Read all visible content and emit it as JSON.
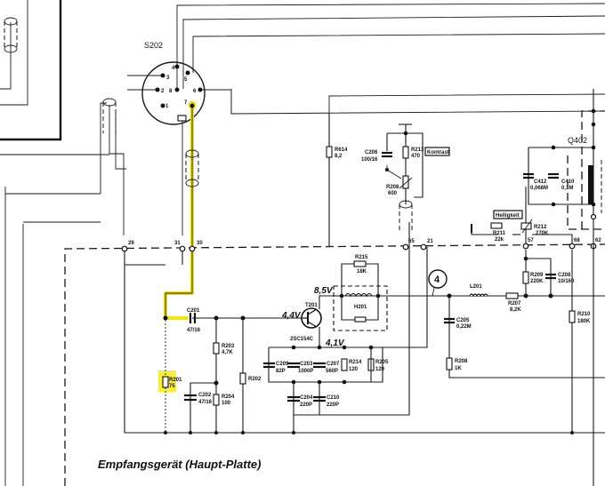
{
  "title": "Empfangsgerät (Haupt-Platte)",
  "connector": {
    "name": "S202",
    "pins": [
      "1",
      "2",
      "3",
      "4",
      "5",
      "6",
      "7",
      "8"
    ]
  },
  "terminals": [
    "29",
    "31",
    "30",
    "65",
    "21",
    "57",
    "68",
    "62"
  ],
  "voltages": {
    "base": "4,4V",
    "collector": "8,5V",
    "emitter": "4,1V"
  },
  "transistor": {
    "ref": "T201",
    "type": "2SC154C"
  },
  "test_point": "4",
  "labels": {
    "kontrast": "Kontrast",
    "helligkeit": "Helligkeit"
  },
  "components": {
    "R614": {
      "ref": "R614",
      "value": "8,2"
    },
    "C206": {
      "ref": "C206",
      "value": "100/16"
    },
    "R213": {
      "ref": "R213",
      "value": "470"
    },
    "R208": {
      "ref": "R208",
      "value": "600"
    },
    "C412": {
      "ref": "C412",
      "value": "0,068M"
    },
    "C410": {
      "ref": "C410",
      "value": "0,1M"
    },
    "Q402": {
      "ref": "Q402"
    },
    "R211": {
      "ref": "R211",
      "value": "22k"
    },
    "R212": {
      "ref": "R212",
      "value": "270K"
    },
    "R215": {
      "ref": "R215",
      "value": "18K"
    },
    "H201": {
      "ref": "H201"
    },
    "L201": {
      "ref": "L201"
    },
    "R207": {
      "ref": "R207",
      "value": "8,2K"
    },
    "R209": {
      "ref": "R209",
      "value": "220K"
    },
    "C208": {
      "ref": "C208",
      "value": "10/160"
    },
    "R210": {
      "ref": "R210",
      "value": "180K"
    },
    "C205": {
      "ref": "C205",
      "value": "0,22M"
    },
    "R206": {
      "ref": "R208",
      "value": "1K"
    },
    "C201": {
      "ref": "C201",
      "value": "47/16"
    },
    "R203": {
      "ref": "R203",
      "value": "4,7K"
    },
    "R201": {
      "ref": "R201",
      "value": "75"
    },
    "C202": {
      "ref": "C202",
      "value": "47/16"
    },
    "R204": {
      "ref": "R204",
      "value": "100"
    },
    "R202": {
      "ref": "R202"
    },
    "C209": {
      "ref": "C209",
      "value": "82P"
    },
    "C203": {
      "ref": "C203",
      "value": "1000P"
    },
    "C207": {
      "ref": "C207",
      "value": "560P"
    },
    "R214": {
      "ref": "R214",
      "value": "120"
    },
    "R205": {
      "ref": "R205",
      "value": "120"
    },
    "C204": {
      "ref": "C204",
      "value": "220P"
    },
    "C210": {
      "ref": "C210",
      "value": "220P"
    }
  },
  "colors": {
    "highlight": "#f5e400",
    "ink": "#111111"
  }
}
